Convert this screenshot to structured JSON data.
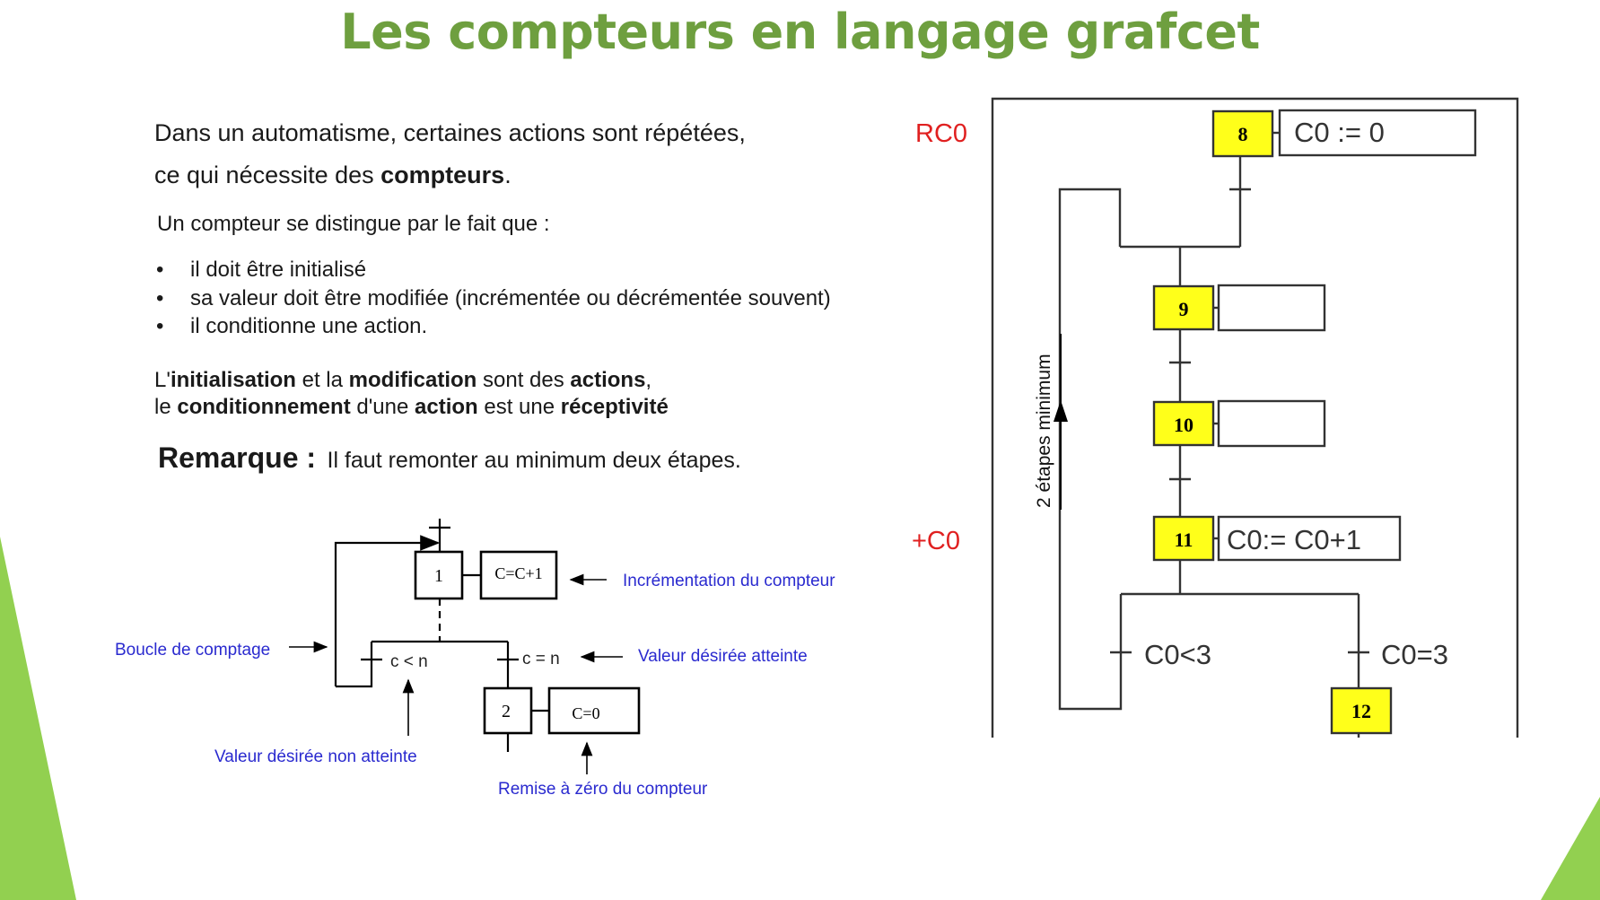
{
  "title": "Les compteurs en langage grafcet",
  "intro": {
    "line1": "Dans un automatisme, certaines actions sont répétées,",
    "line2_prefix": "ce qui nécessite des ",
    "line2_bold": "compteurs",
    "line2_suffix": ".",
    "distinct": "Un compteur se distingue par le fait que :",
    "bullets": [
      "il doit être initialisé",
      "sa valeur doit être modifiée (incrémentée ou décrémentée souvent)",
      "il conditionne une action."
    ],
    "def1": [
      "L'",
      "initialisation",
      " et la ",
      "modification",
      " sont des ",
      "actions",
      ","
    ],
    "def2": [
      "le ",
      "conditionnement",
      " d'une ",
      "action",
      " est une ",
      "réceptivité"
    ],
    "remarque_title": "Remarque :",
    "remarque_text": "Il faut remonter au minimum deux étapes."
  },
  "left_diagram": {
    "step1": "1",
    "action1": "C=C+1",
    "step2": "2",
    "action2": "C=0",
    "trans_loop": "c < n",
    "trans_exit": "c = n",
    "notes": {
      "increment": "Incrémentation du compteur",
      "loop": "Boucle de comptage",
      "reached": "Valeur désirée atteinte",
      "not_reached": "Valeur désirée non atteinte",
      "reset": "Remise à zéro du compteur"
    },
    "colors": {
      "note": "#2a2acf"
    }
  },
  "right_diagram": {
    "rc0": "RC0",
    "plus_c0": "+C0",
    "step8": "8",
    "action8": "C0 := 0",
    "step9": "9",
    "step10": "10",
    "step11": "11",
    "action11": "C0:= C0+1",
    "step12": "12",
    "cond_loop": "C0<3",
    "cond_exit": "C0=3",
    "loop_label": "2 étapes minimum",
    "colors": {
      "step_fill": "#ffff1a",
      "label": "#e02020"
    }
  },
  "colors": {
    "title": "#6e9f3f",
    "deco": "#92d050"
  }
}
